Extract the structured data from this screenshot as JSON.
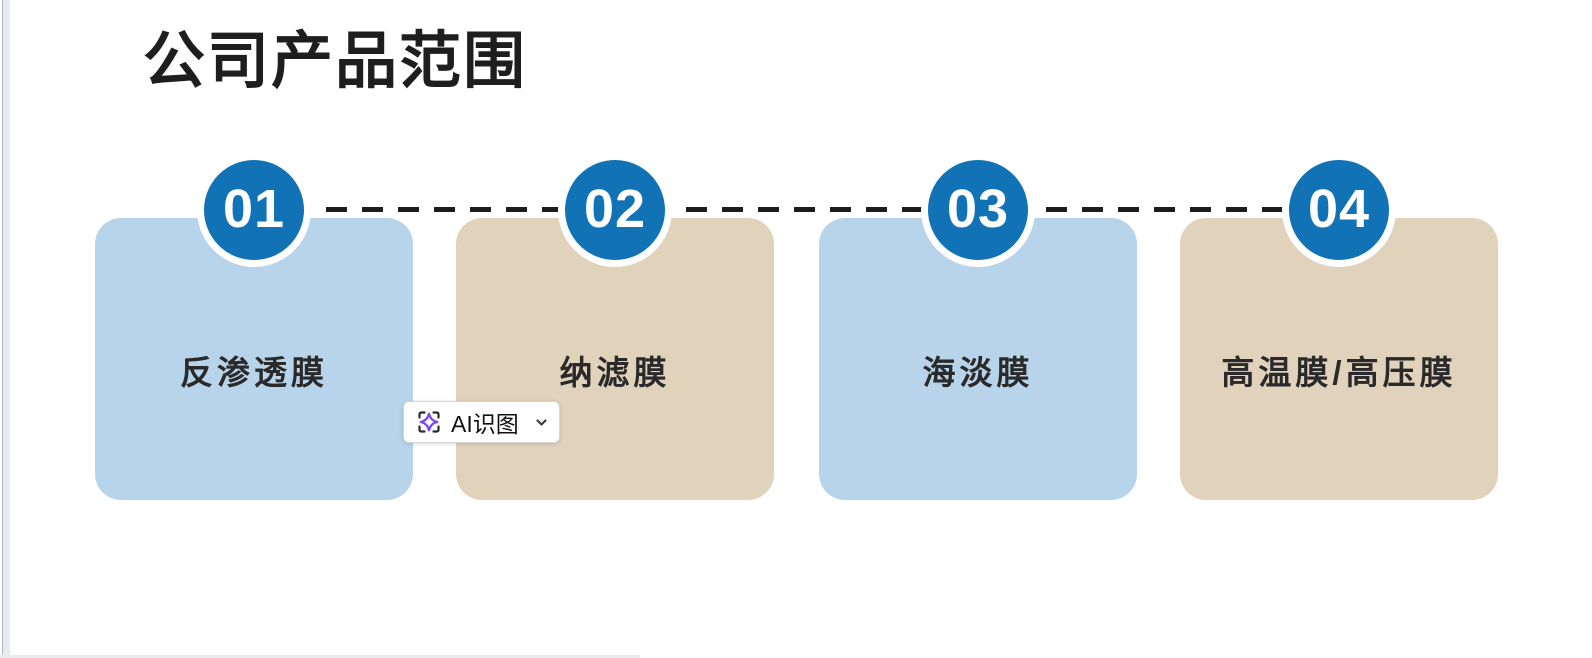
{
  "page": {
    "title": "公司产品范围"
  },
  "colors": {
    "card_blue": "#B8D4EB",
    "card_tan": "#E1D2BC",
    "badge_blue": "#1172B6",
    "badge_ring": "#FFFFFF",
    "dash_line": "#1C1C1C",
    "title_text": "#1E1E1E",
    "card_text": "#2A2A2A",
    "ai_sparkle_purple": "#7C4BF0"
  },
  "cards": [
    {
      "number": "01",
      "label": "反渗透膜",
      "variant": "blue"
    },
    {
      "number": "02",
      "label": "纳滤膜",
      "variant": "tan"
    },
    {
      "number": "03",
      "label": "海淡膜",
      "variant": "blue"
    },
    {
      "number": "04",
      "label": "高温膜/高压膜",
      "variant": "tan"
    }
  ],
  "ai_button": {
    "label": "AI识图",
    "left_icon": "ai-scan-sparkle-icon",
    "right_icon": "chevron-down-icon"
  }
}
